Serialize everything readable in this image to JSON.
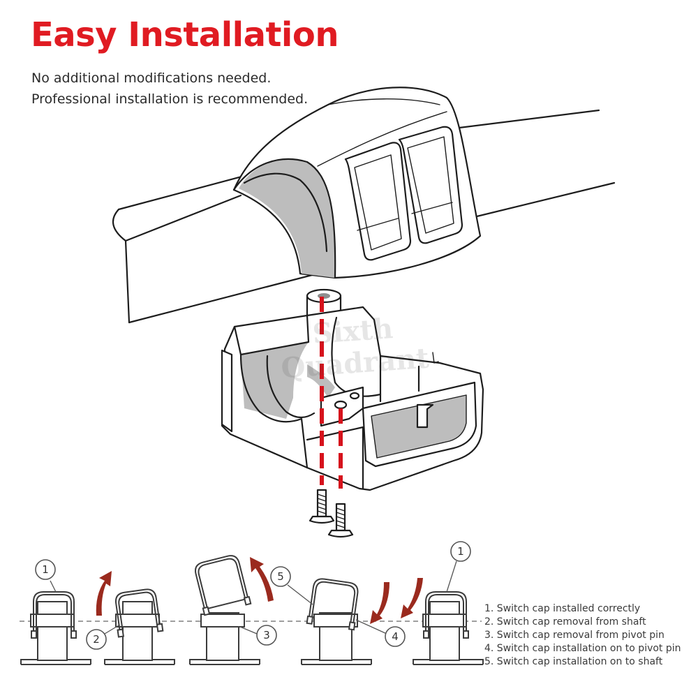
{
  "headline": "Easy Installation",
  "subtitle_lines": [
    "No additional modifications needed.",
    "Professional installation is recommended."
  ],
  "watermark_logo": "Sixth Quadrant",
  "callout_numbers": {
    "step1_left": "1",
    "step2": "2",
    "step3": "3",
    "step5": "5",
    "step4": "4",
    "step1_right": "1"
  },
  "legend": [
    "1. Switch cap installed correctly",
    "2. Switch cap removal from shaft",
    "3. Switch cap removal from pivot pin",
    "4. Switch cap installation on to pivot pin",
    "5. Switch cap installation on to shaft"
  ],
  "colors": {
    "accent_red": "#e01b22",
    "guide_red": "#d6121c",
    "arrow_dark_red": "#9a2a1e",
    "line_art": "#1d1d1d"
  }
}
